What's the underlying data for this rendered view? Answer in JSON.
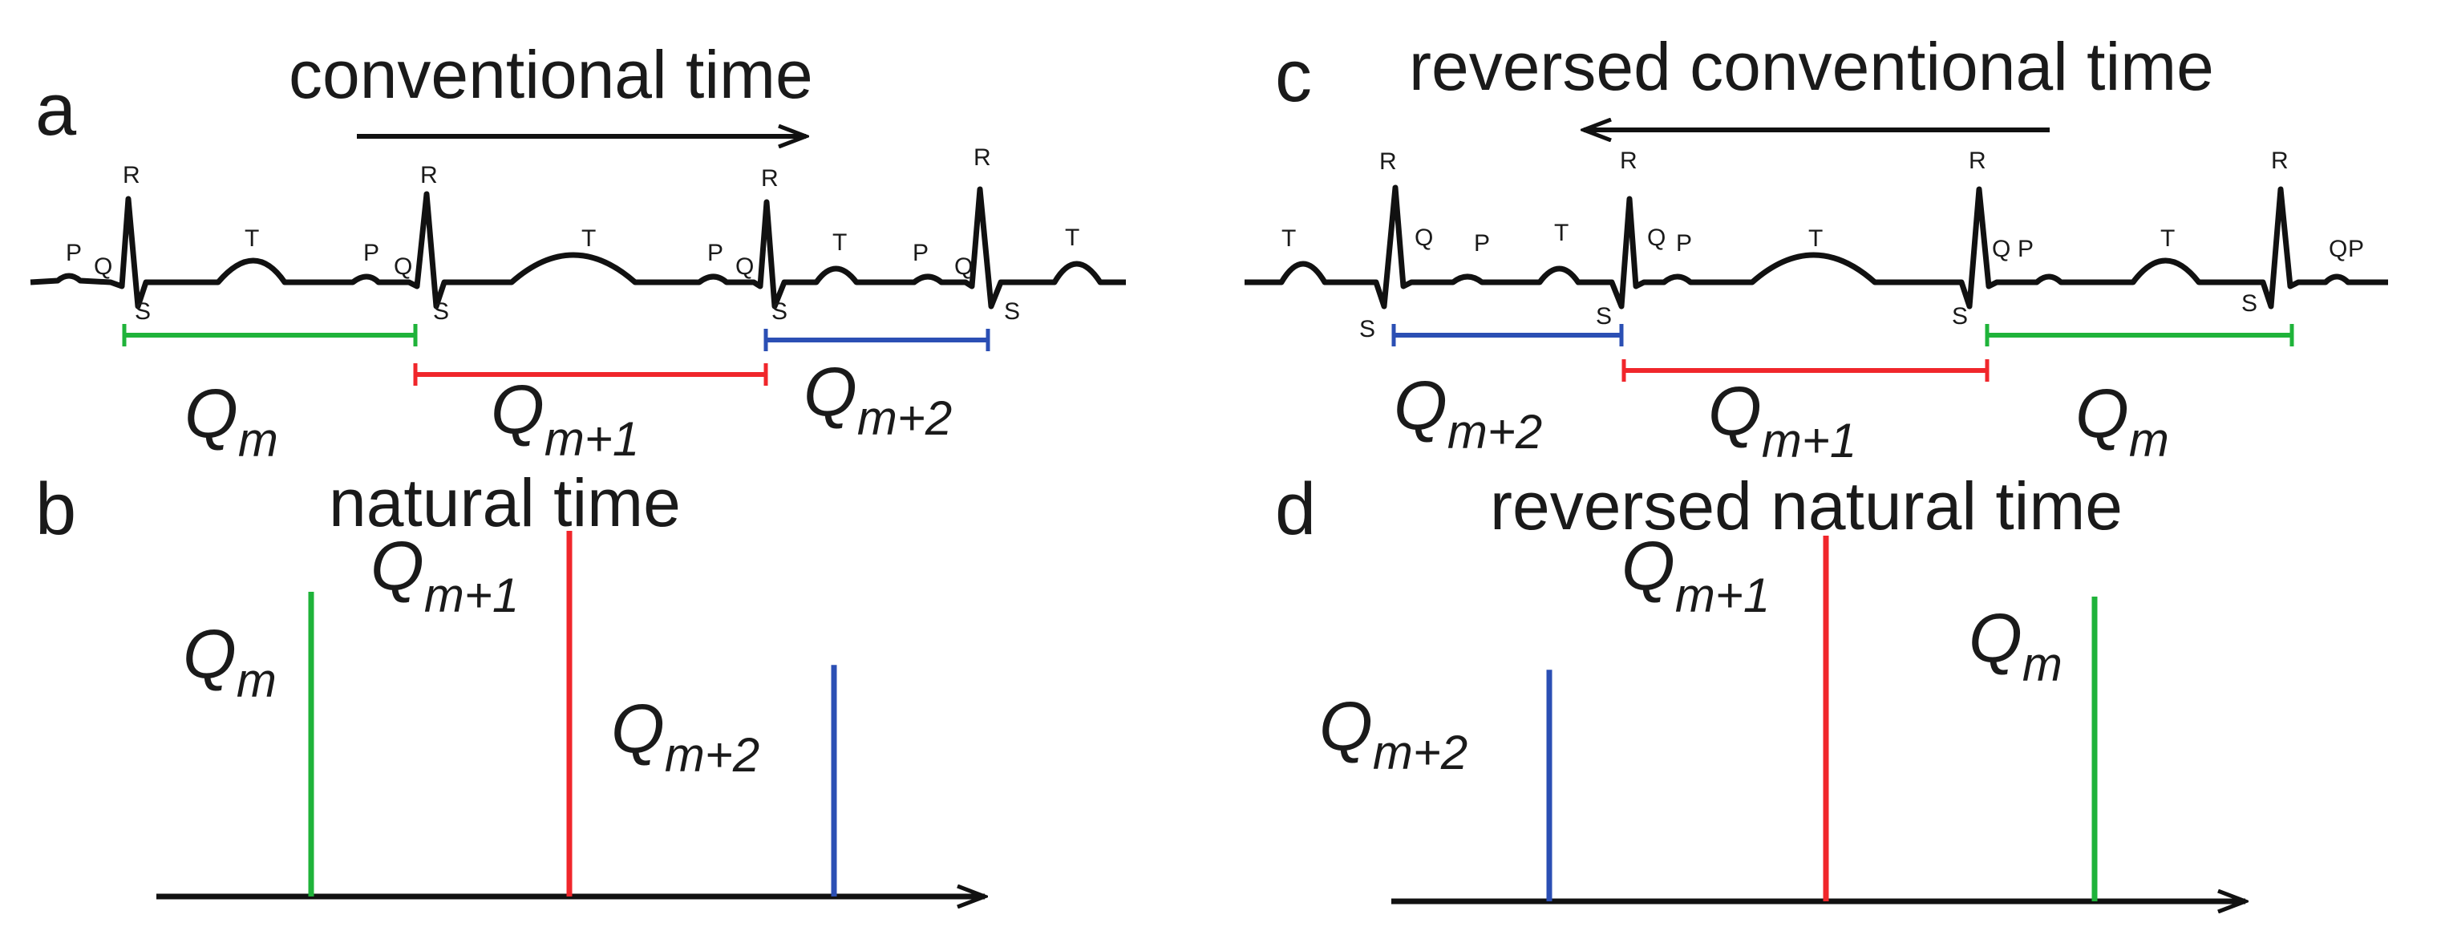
{
  "colors": {
    "Qm": "#1fb33a",
    "Qm1": "#f0262b",
    "Qm2": "#2b4fb4",
    "ink": "#111111"
  },
  "panels": {
    "a": {
      "letter": "a",
      "title": "conventional time"
    },
    "b": {
      "letter": "b",
      "title": "natural time"
    },
    "c": {
      "letter": "c",
      "title": "reversed conventional time"
    },
    "d": {
      "letter": "d",
      "title": "reversed natural time"
    }
  },
  "wave_labels": {
    "P": "P",
    "Q": "Q",
    "R": "R",
    "S": "S",
    "T": "T"
  },
  "symbols": {
    "Q": "Q",
    "m": "m",
    "m1": "m+1",
    "m2": "m+2"
  },
  "natural_time_values": {
    "Qm": 1.0,
    "Qm1": 1.2,
    "Qm2": 0.76
  }
}
